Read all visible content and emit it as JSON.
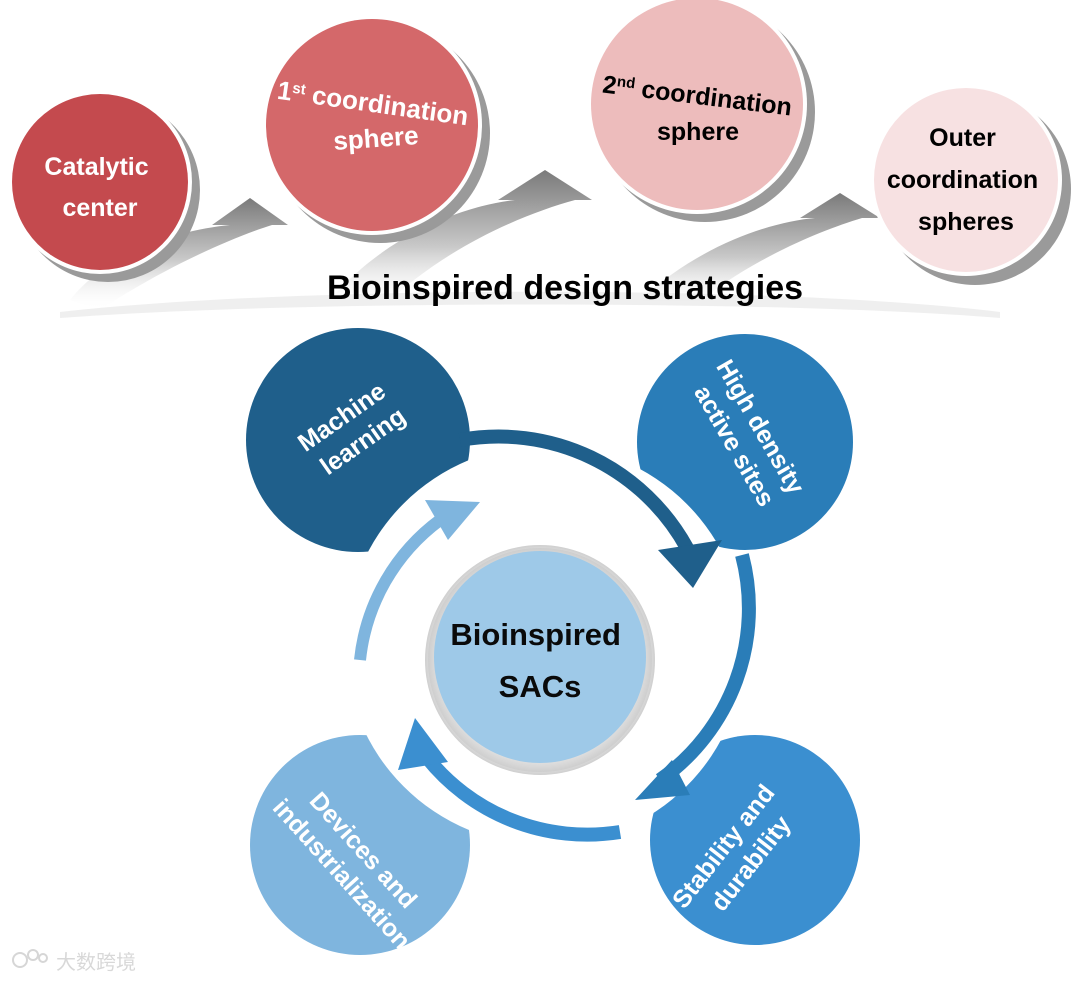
{
  "strategies": {
    "title": "Bioinspired design strategies",
    "spheres": [
      {
        "lines": [
          "Catalytic",
          "center"
        ],
        "fill": "#c44a4e",
        "text_color": "#ffffff"
      },
      {
        "base": "1",
        "sup": "st",
        "rest": " coordination",
        "line2": "sphere",
        "fill": "#d4686a",
        "text_color": "#ffffff"
      },
      {
        "base": "2",
        "sup": "nd",
        "rest": " coordination",
        "line2": "sphere",
        "fill": "#edbcbc",
        "text_color": "#000000"
      },
      {
        "lines": [
          "Outer",
          "coordination",
          "spheres"
        ],
        "fill": "#f7e1e2",
        "text_color": "#000000"
      }
    ]
  },
  "cycle": {
    "center": {
      "lines": [
        "Bioinspired",
        "SACs"
      ],
      "fill": "#9ec9e8",
      "text_color": "#0a0a0a"
    },
    "nodes": [
      {
        "lines": [
          "Machine",
          "learning"
        ],
        "fill": "#1f5f8b"
      },
      {
        "lines": [
          "High density",
          "active sites"
        ],
        "fill": "#2a7db8"
      },
      {
        "lines": [
          "Stability and",
          "durability"
        ],
        "fill": "#3b8fd0"
      },
      {
        "lines": [
          "Devices and",
          "industrialization"
        ],
        "fill": "#7fb5de"
      }
    ]
  },
  "watermark": "大数跨境"
}
